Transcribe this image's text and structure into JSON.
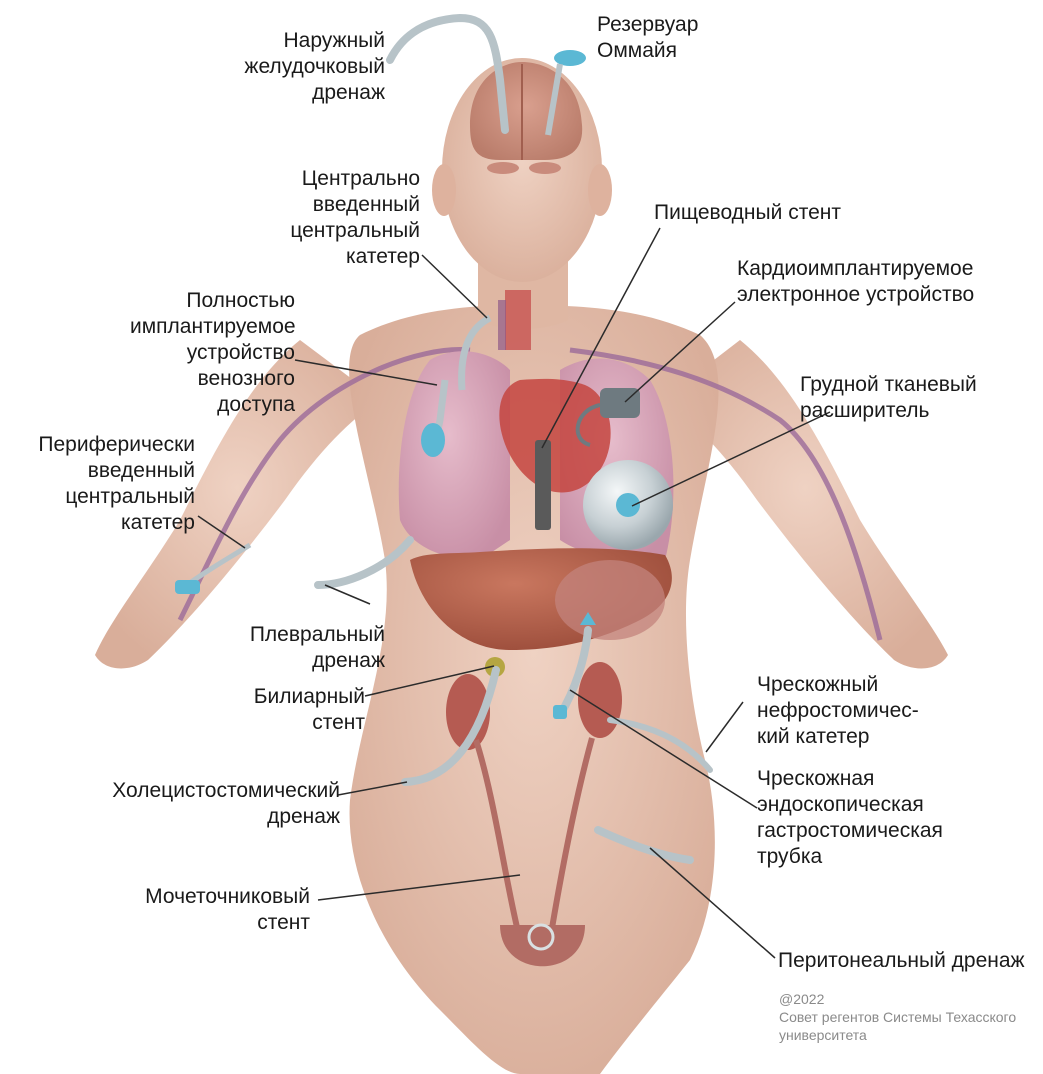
{
  "labels": {
    "external_ventricular_drain": "Наружный\nжелудочковый\nдренаж",
    "ommaya_reservoir": "Резервуар\nОммайя",
    "centrally_inserted_catheter": "Центрально\nвведенный\nцентральный\nкатетер",
    "esophageal_stent": "Пищеводный стент",
    "cardiac_device": "Кардиоимплантируемое\nэлектронное устройство",
    "implanted_port": "Полностью\nимплантируемое\nустройство\nвенозного доступа",
    "breast_expander": "Грудной тканевый\nрасширитель",
    "picc": "Периферически\nвведенный\nцентральный\nкатетер",
    "pleural_drain": "Плевральный\nдренаж",
    "biliary_stent": "Билиарный\nстент",
    "nephrostomy": "Чрескожный\nнефростомичес-\nкий катетер",
    "cholecystostomy": "Холецистостомический\nдренаж",
    "peg_tube": "Чрескожная\nэндоскопическая\nгастростомическая\nтрубка",
    "ureteral_stent": "Мочеточниковый\nстент",
    "peritoneal_drain": "Перитонеальный дренаж"
  },
  "copyright": "@2022\nСовет регентов Системы Техасского\nуниверситета",
  "colors": {
    "skin": "#e8c6b4",
    "skin_shadow": "#d9ad98",
    "brain": "#c98a7a",
    "lung": "#d9a8bb",
    "liver": "#b8654f",
    "heart": "#c4453f",
    "device_blue": "#5bb8d4",
    "tube_gray": "#b7c3c8",
    "leader": "#2b2b2b"
  }
}
